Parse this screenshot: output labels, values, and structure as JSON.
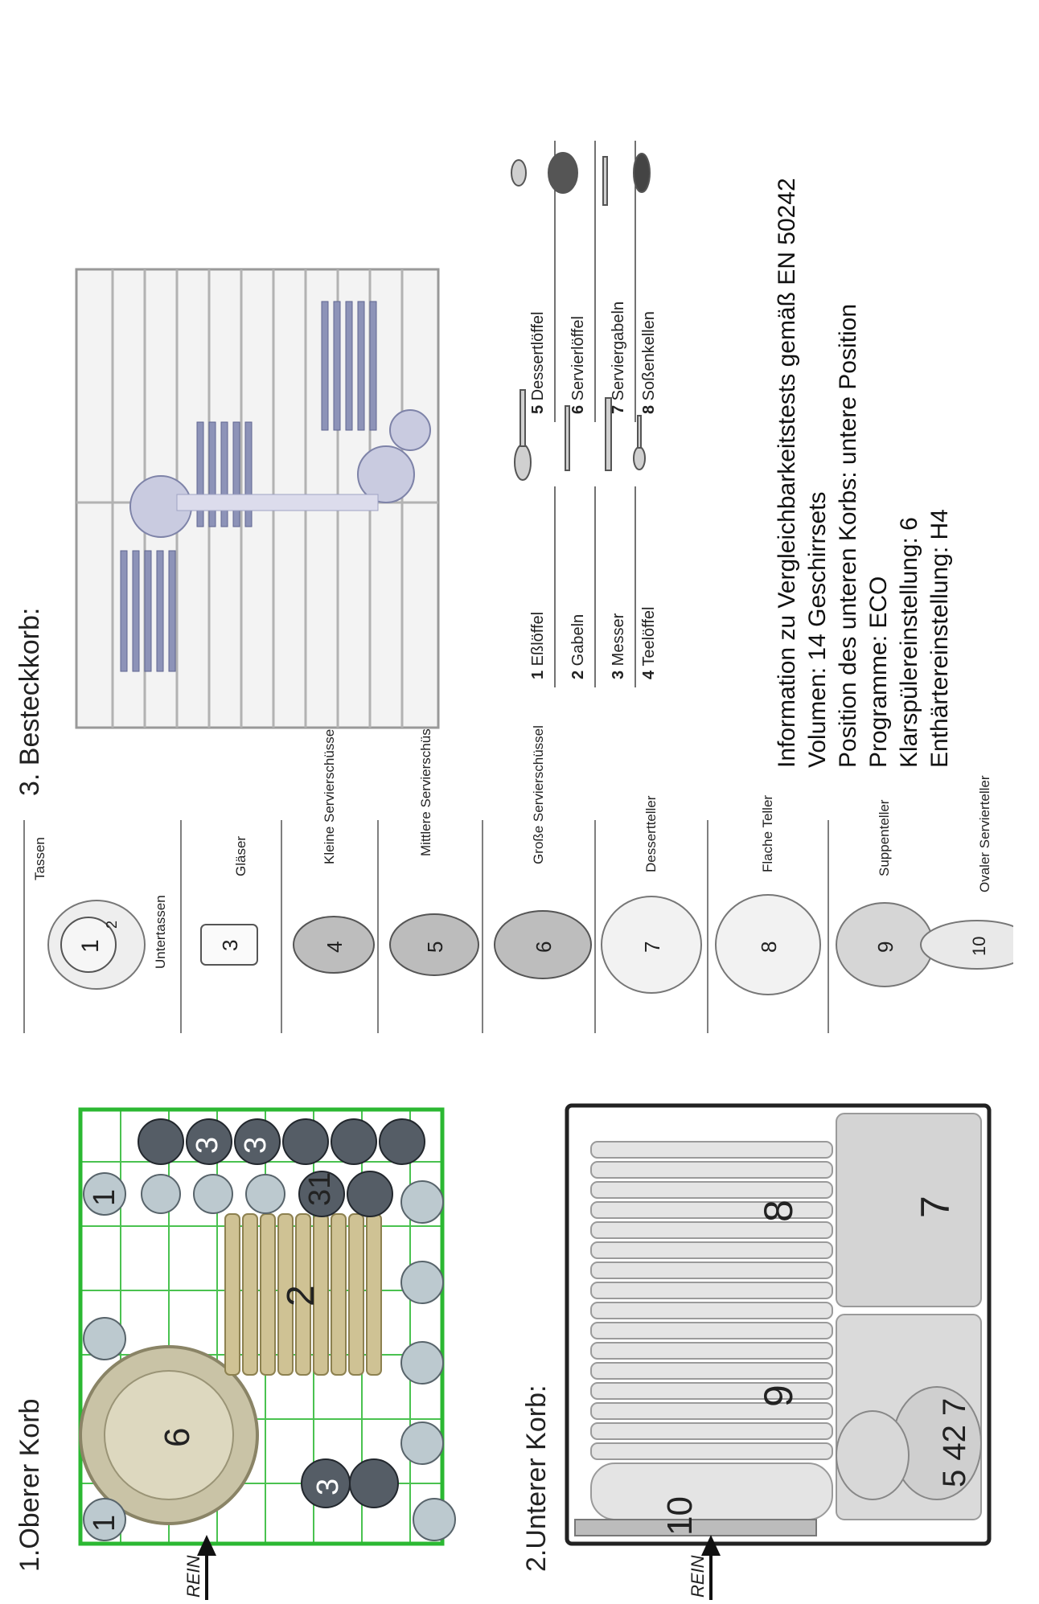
{
  "sections": {
    "upper_basket": {
      "title": "1.Oberer Korb",
      "direction_label": "REIN",
      "numbers": {
        "cup": "1",
        "bowl_small": "2",
        "glass": "3",
        "plate_large": "6",
        "cup_center": "1",
        "glass_a": "3",
        "glass_b": "3",
        "label_31": "31"
      }
    },
    "lower_basket": {
      "title": "2.Unterer Korb:",
      "direction_label": "REIN",
      "numbers": {
        "dinner": "8",
        "dessert": "7",
        "soup": "9",
        "oval": "10",
        "bowls": "5  42  7"
      }
    },
    "cutlery_basket": {
      "title": "3.  Besteckkorb:"
    }
  },
  "dish_legend": [
    {
      "num": "1",
      "num2": "2",
      "label": "Tassen",
      "label2": "Untertassen"
    },
    {
      "num": "3",
      "label": "Gläser"
    },
    {
      "num": "4",
      "label": "Kleine Servierschüssel"
    },
    {
      "num": "5",
      "label": "Mittlere Servierschüssel"
    },
    {
      "num": "6",
      "label": "Große Servierschüssel"
    },
    {
      "num": "7",
      "label": "Dessertteller"
    },
    {
      "num": "8",
      "label": "Flache Teller"
    },
    {
      "num": "9",
      "label": "Suppenteller"
    },
    {
      "num": "10",
      "label": "Ovaler Servierteller"
    }
  ],
  "cutlery_legend": {
    "left": [
      {
        "num": "1",
        "label": "Eßlöffel",
        "icon": "tablespoon-icon"
      },
      {
        "num": "2",
        "label": "Gabeln",
        "icon": "fork-icon"
      },
      {
        "num": "3",
        "label": "Messer",
        "icon": "knife-icon"
      },
      {
        "num": "4",
        "label": "Teelöffel",
        "icon": "teaspoon-icon"
      }
    ],
    "right": [
      {
        "num": "5",
        "label": "Dessertlöffel",
        "icon": "dessert-spoon-icon"
      },
      {
        "num": "6",
        "label": "Servierlöffel",
        "icon": "serving-spoon-icon"
      },
      {
        "num": "7",
        "label": "Serviergabeln",
        "icon": "serving-fork-icon"
      },
      {
        "num": "8",
        "label": "Soßenkellen",
        "icon": "ladle-icon"
      }
    ]
  },
  "info": {
    "line1": "Information zu Vergleichbarkeitstests gemäß EN 50242",
    "line2": "Volumen: 14 Geschirrsets",
    "line3": "Position des unteren Korbs: untere Position",
    "line4": "Programme: ECO",
    "line5": "Klarspülereinstellung: 6",
    "line6": "Enthärtereinstellung: H4"
  },
  "colors": {
    "rack_green": "#2bb832",
    "cutlery_blue": "#8d93b8",
    "plate_grey": "#d9d9d9"
  }
}
